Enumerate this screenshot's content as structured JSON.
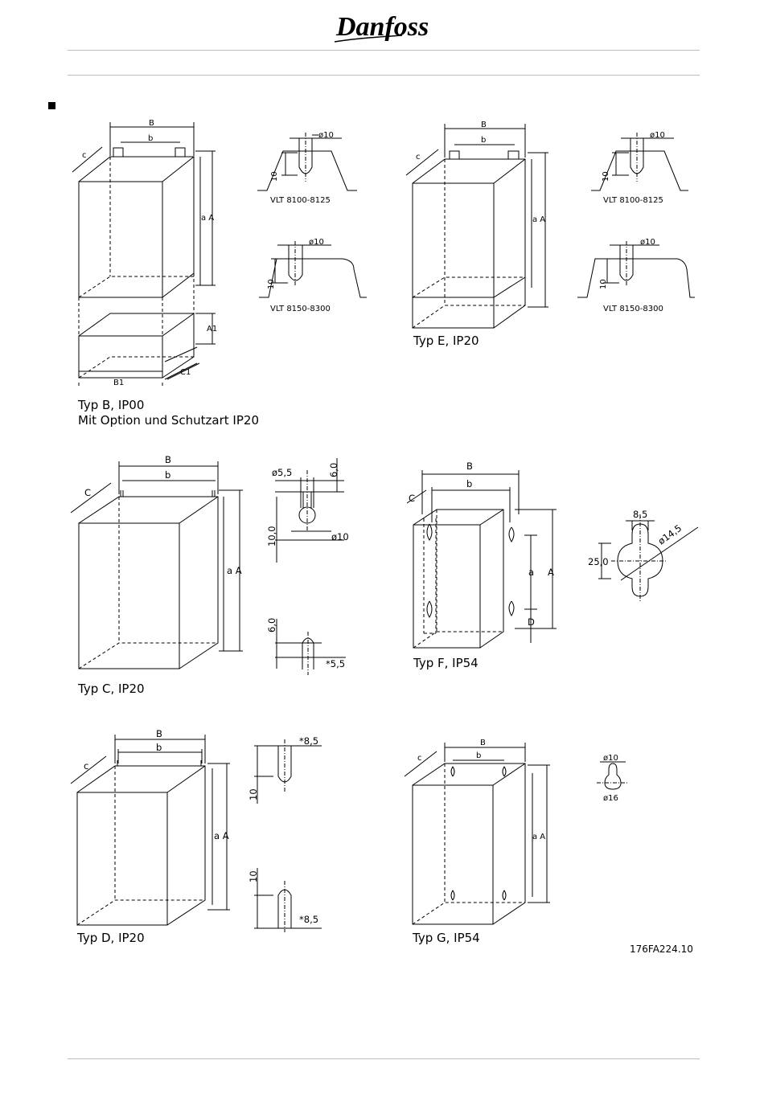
{
  "header": {
    "logo_text": "Danfoss"
  },
  "drawing_id": "176FA224.10",
  "panels": {
    "b": {
      "caption": "Typ B, IP00",
      "caption2": "Mit Option und Schutzart IP20",
      "label_B": "B",
      "label_b": "b",
      "label_c": "c",
      "label_A": "a A",
      "label_A1": "A1",
      "label_B1": "B1",
      "label_C1": "C1"
    },
    "e": {
      "caption": "Typ E, IP20",
      "label_B": "B",
      "label_b": "b",
      "label_c": "c",
      "label_A": "a A"
    },
    "c": {
      "caption": "Typ C, IP20",
      "label_B": "B",
      "label_b": "b",
      "label_c": "C",
      "label_A": "a A"
    },
    "f": {
      "caption": "Typ F, IP54",
      "label_B": "B",
      "label_b": "b",
      "label_c": "C",
      "label_a": "a",
      "label_A": "A",
      "label_D": "D"
    },
    "d": {
      "caption": "Typ D, IP20",
      "label_B": "B",
      "label_b": "b",
      "label_c": "c",
      "label_A": "a A"
    },
    "g": {
      "caption": "Typ G, IP54",
      "label_B": "B",
      "label_b": "b",
      "label_c": "c",
      "label_A": "a A"
    }
  },
  "details": {
    "b_top": {
      "model": "VLT 8100-8125",
      "dia": "ø10",
      "h": "10"
    },
    "b_bot": {
      "model": "VLT 8150-8300",
      "dia": "ø10",
      "h": "10"
    },
    "e_top": {
      "model": "VLT 8100-8125",
      "dia": "ø10",
      "h": "10"
    },
    "e_bot": {
      "model": "VLT 8150-8300",
      "dia": "ø10",
      "h": "10"
    },
    "c_top": {
      "d1": "ø5,5",
      "d2": "6,0",
      "d3": "10,0",
      "d4": "ø10"
    },
    "c_bot": {
      "d1": "6,0",
      "d2": "*5,5"
    },
    "f": {
      "d1": "8,5",
      "d2": "25,0",
      "d3": "ø14,5"
    },
    "d_top": {
      "d1": "*8,5",
      "d2": "10"
    },
    "d_bot": {
      "d1": "10",
      "d2": "*8,5"
    },
    "g": {
      "d1": "ø10",
      "d2": "ø16"
    }
  }
}
